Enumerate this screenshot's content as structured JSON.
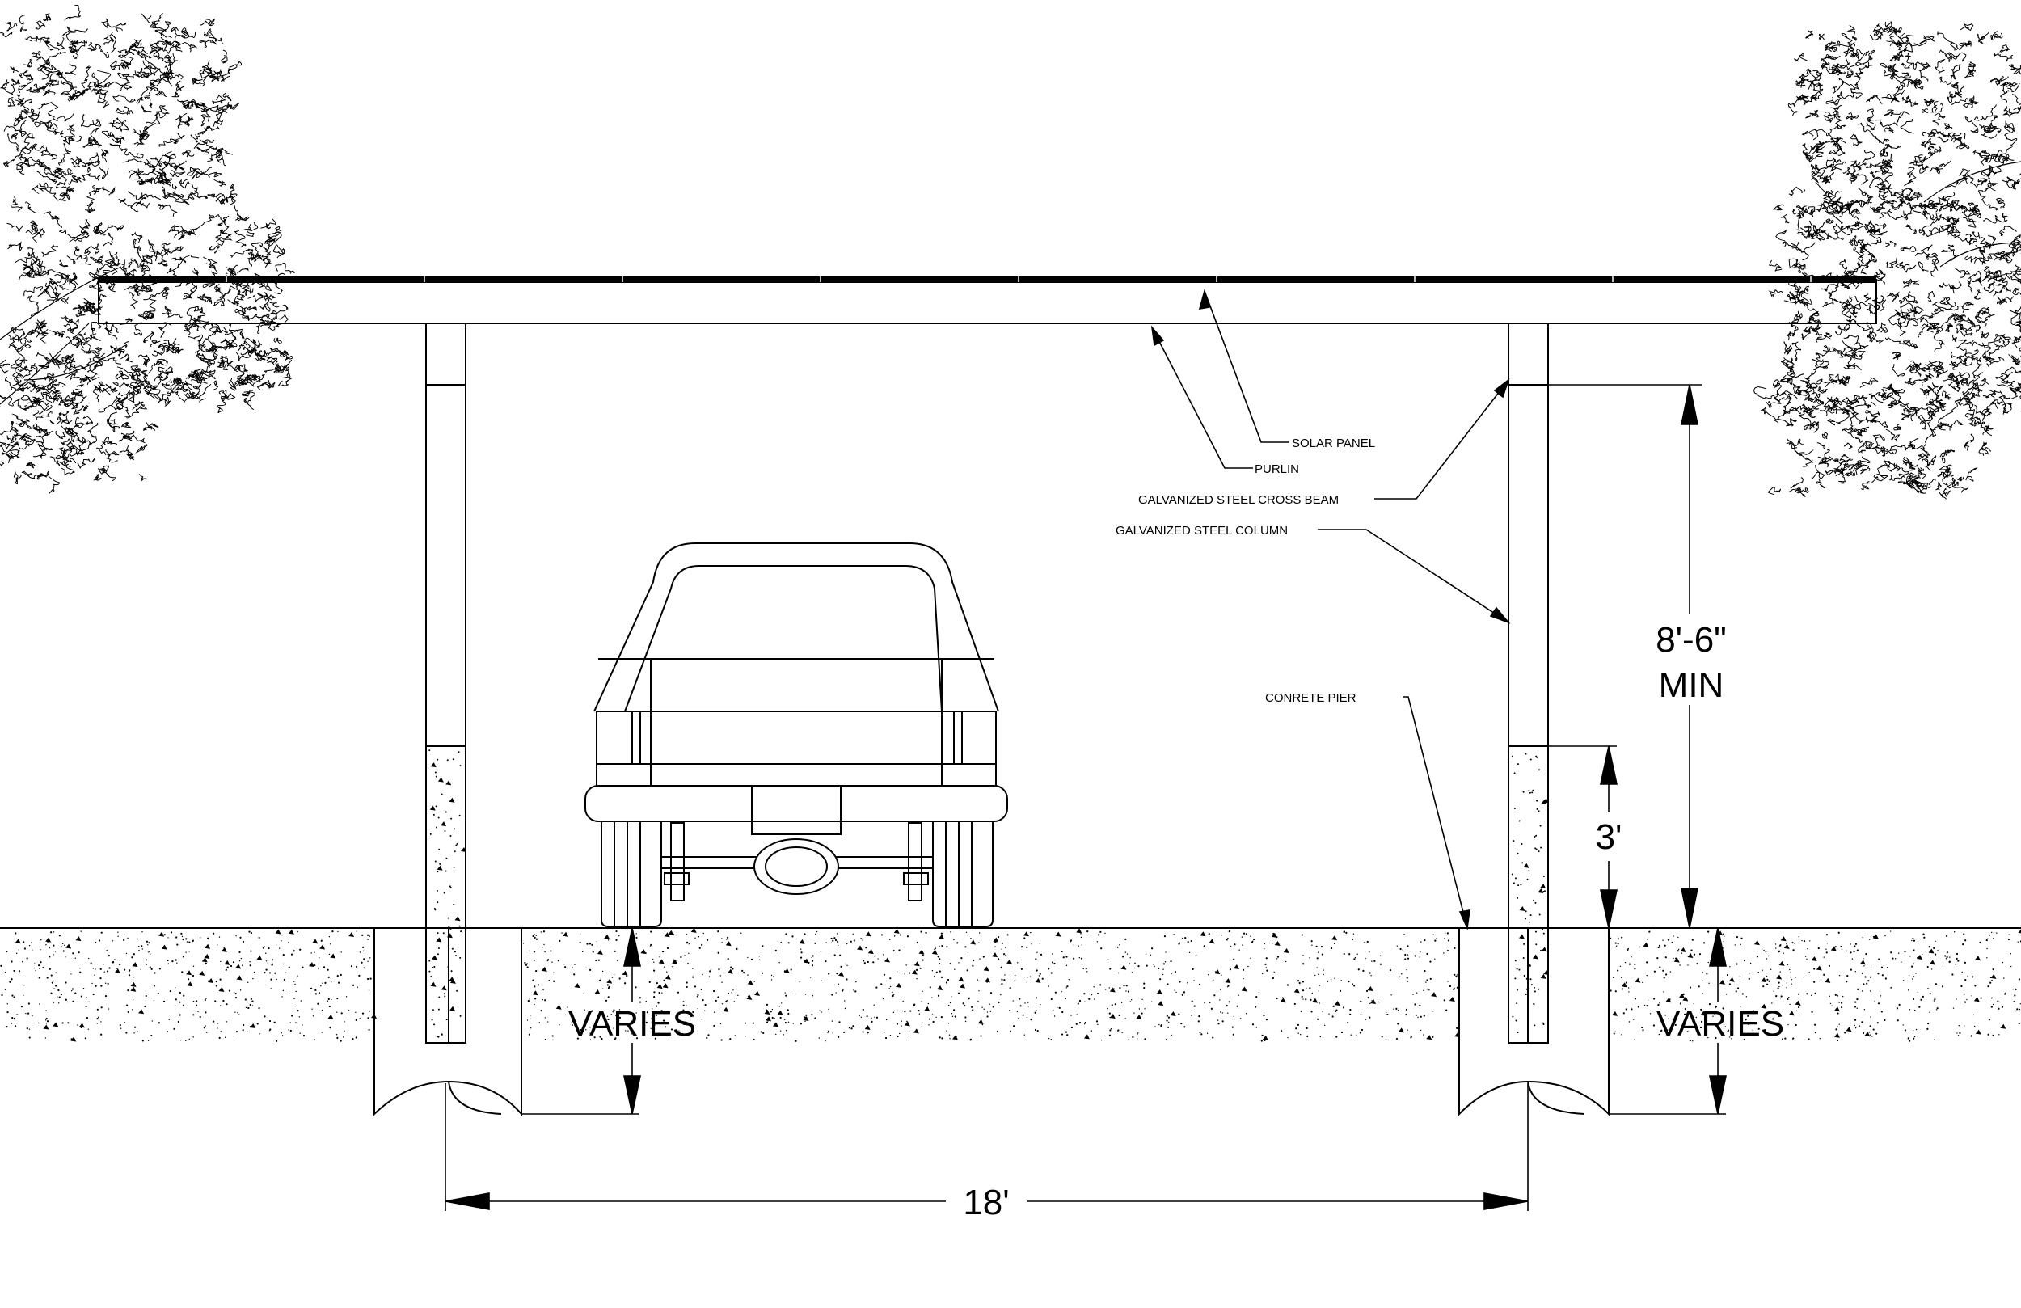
{
  "labels": {
    "solar_panel": "SOLAR PANEL",
    "purlin": "PURLIN",
    "cross_beam": "GALVANIZED STEEL CROSS BEAM",
    "column": "GALVANIZED STEEL COLUMN",
    "pier": "CONRETE PIER"
  },
  "dimensions": {
    "clearance_line1": "8'-6\"",
    "clearance_line2": "MIN",
    "pier_above_grade": "3'",
    "depth_left": "VARIES",
    "depth_right": "VARIES",
    "span": "18'"
  }
}
